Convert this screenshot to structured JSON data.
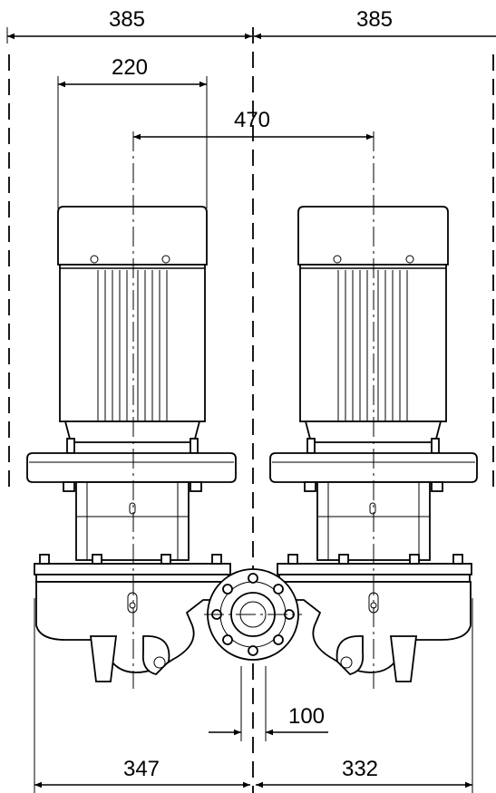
{
  "dimensions": {
    "top_left_width": "385",
    "top_right_width": "385",
    "motor_width": "220",
    "shaft_spacing": "470",
    "port_width": "100",
    "bottom_left_width": "347",
    "bottom_right_width": "332"
  }
}
